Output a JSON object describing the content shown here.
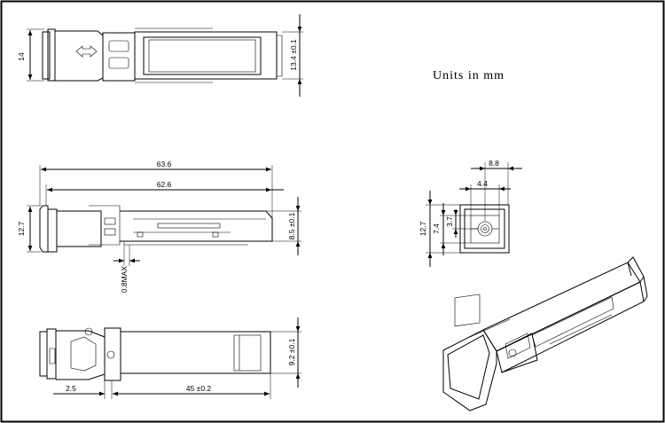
{
  "units_note": "Units in mm",
  "dimensions": {
    "top_view_height": "14",
    "top_view_latch_height": "13.4 ±0.1",
    "side_overall_length": "63.6",
    "side_body_length": "62.6",
    "side_flange_height": "12.7",
    "side_body_height": "8.5 ±0.1",
    "side_min_gap": "0.8MAX",
    "bottom_body_width": "9.2 ±0.1",
    "bottom_offset": "2.5",
    "bottom_length": "45 ±0.2",
    "front_width": "8.8",
    "front_port_spacing": "4.4",
    "front_height": "12.7",
    "front_port_height": "7.4",
    "front_port_center": "3.7"
  }
}
